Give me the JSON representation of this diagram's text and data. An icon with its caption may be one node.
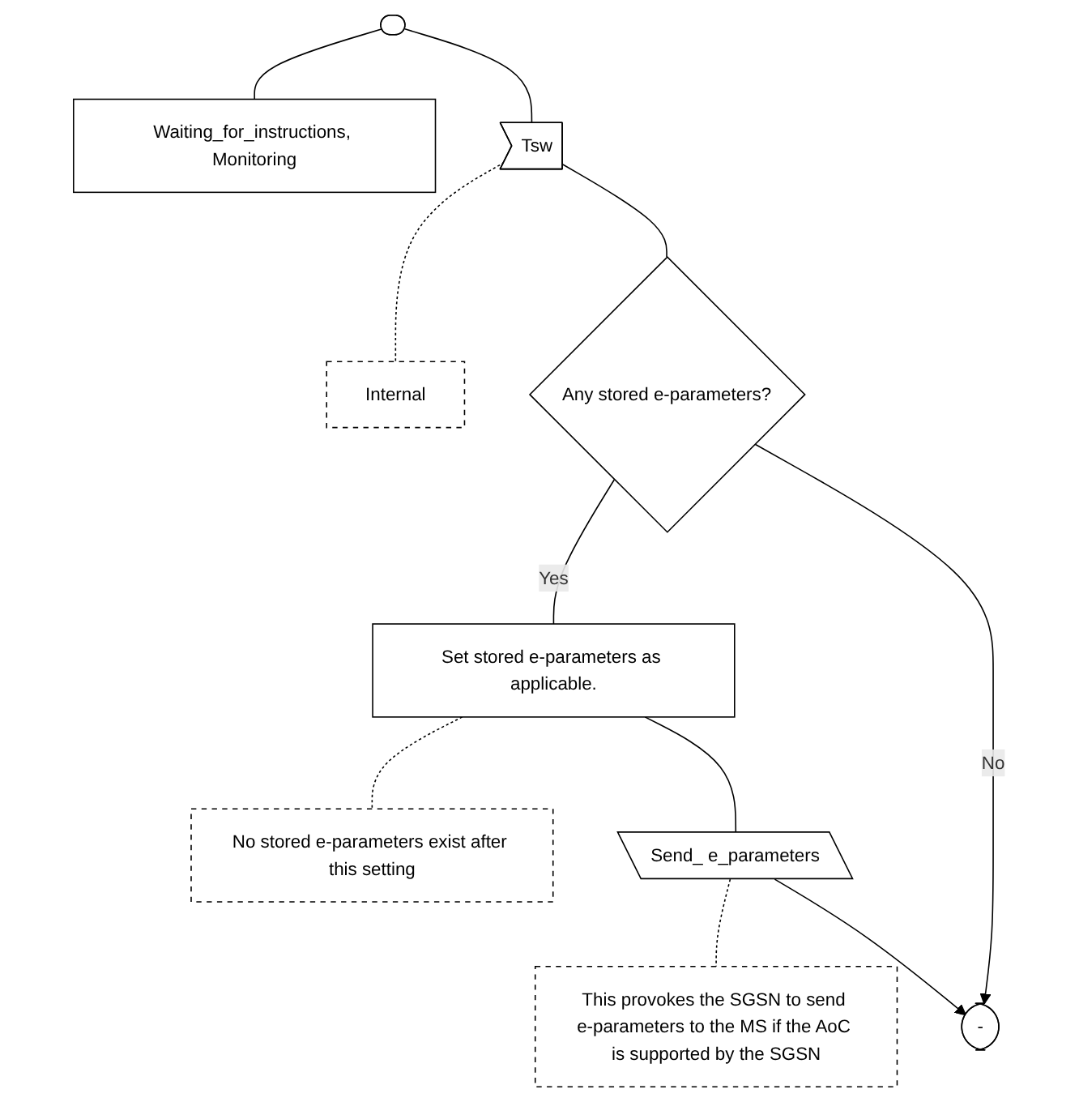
{
  "diagram": {
    "nodes": [
      {
        "text": [],
        "shape": "box"
      },
      {
        "text": [
          "Waiting_for_instructions, Monitoring"
        ]
      },
      {
        "text": [
          "Tsw"
        ]
      },
      {
        "text": [
          "Internal"
        ]
      },
      {
        "text": [
          "Any stored e-parameters?"
        ]
      },
      {
        "text": [
          "Set stored e-parameters as applicable."
        ]
      },
      {
        "text": [
          "No stored e-parameters exist after this setting"
        ]
      },
      {
        "text": [
          "Send_ e_parameters"
        ]
      },
      {
        "text": [
          "-"
        ]
      },
      {
        "text": [
          "This provokes the SGSN to send e-parameters to the MS if the AoC is supported by the SGSN"
        ]
      }
    ],
    "edges": [
      {
        "from": 0,
        "to": 1,
        "arrow": "none"
      },
      {
        "from": 0,
        "to": 2,
        "arrow": "none"
      },
      {
        "from": 2,
        "to": 3,
        "arrow": "none",
        "style": "dashed"
      },
      {
        "from": 2,
        "to": 4,
        "arrow": "none"
      },
      {
        "from": 4,
        "to": 5,
        "arrow": "none",
        "label": "Yes"
      },
      {
        "from": 5,
        "to": 6,
        "arrow": "none",
        "style": "dashed"
      },
      {
        "from": 5,
        "to": 7,
        "arrow": "none"
      },
      {
        "from": 7,
        "to": 9,
        "arrow": "none",
        "style": "dashed"
      },
      {
        "from": 7,
        "to": 8,
        "arrow": "to"
      },
      {
        "from": 4,
        "to": 8,
        "arrow": "to",
        "label": "No"
      }
    ]
  }
}
